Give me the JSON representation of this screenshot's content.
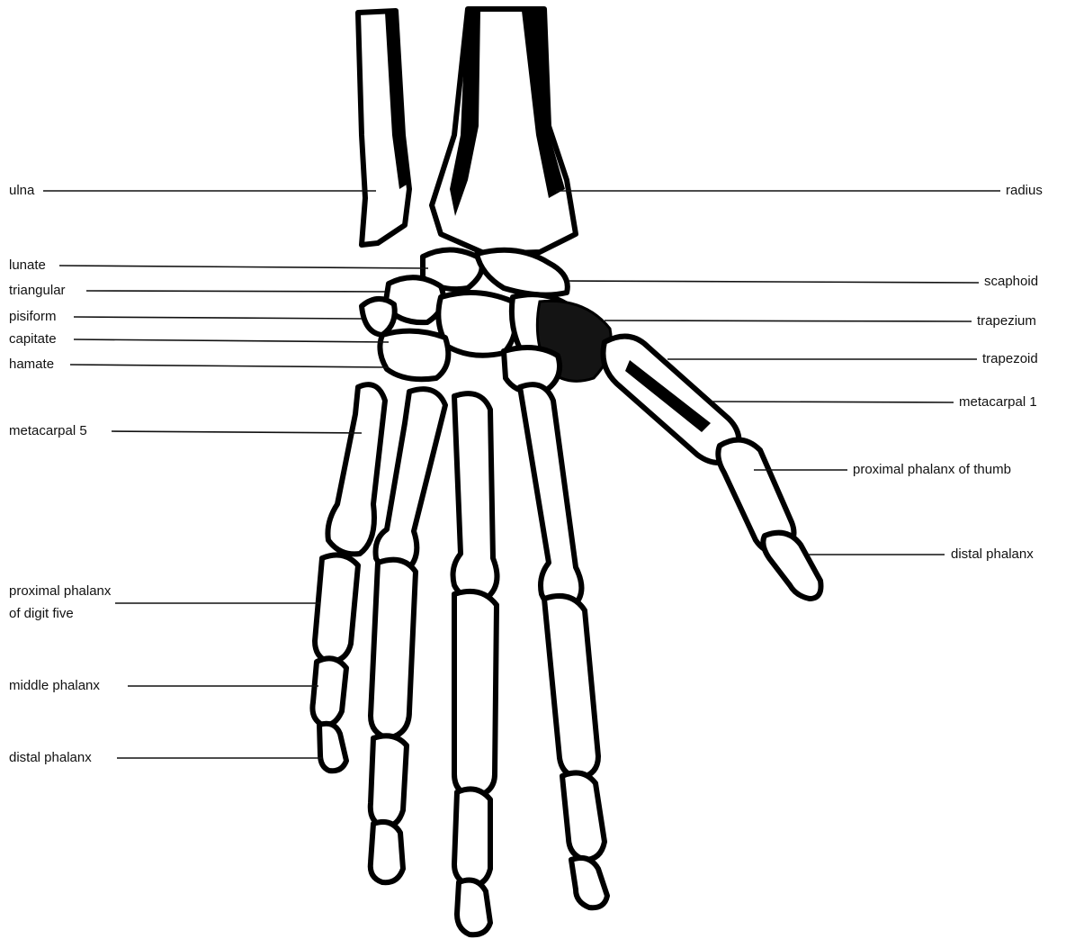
{
  "labels": {
    "ulna": "ulna",
    "radius": "radius",
    "lunate": "lunate",
    "triangular": "triangular",
    "pisiform": "pisiform",
    "capitate": "capitate",
    "hamate": "hamate",
    "scaphoid": "scaphoid",
    "trapezium": "trapezium",
    "trapezoid": "trapezoid",
    "metacarpal_1": "metacarpal 1",
    "metacarpal_5": "metacarpal 5",
    "proximal_phalanx_thumb": "proximal phalanx of thumb",
    "distal_phalanx_thumb": "distal phalanx",
    "proximal_phalanx_five_line1": "proximal phalanx",
    "proximal_phalanx_five_line2": "of digit five",
    "middle_phalanx": "middle phalanx",
    "distal_phalanx_five": "distal phalanx"
  },
  "colors": {
    "ink": "#111111",
    "paper": "#ffffff"
  }
}
